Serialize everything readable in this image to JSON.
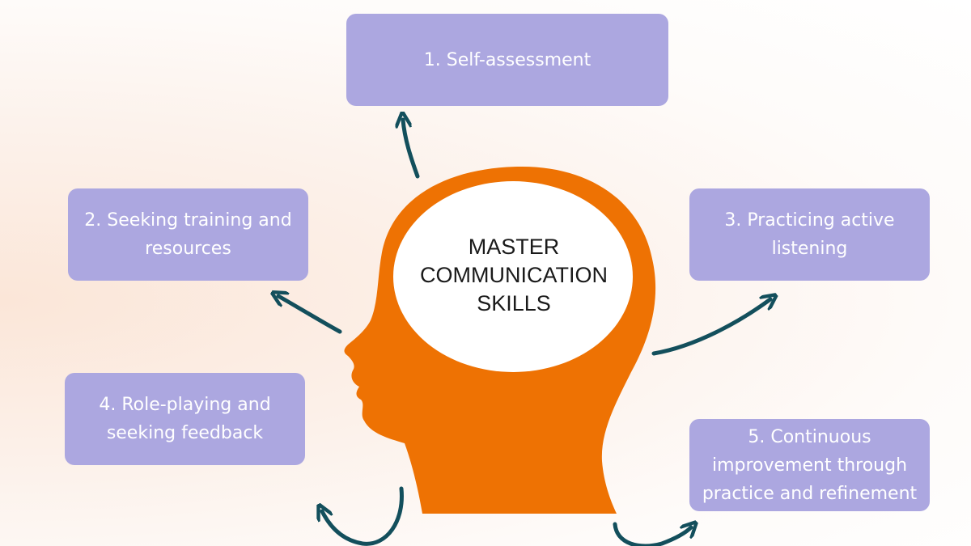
{
  "title": {
    "lines": [
      "MASTER",
      "COMMUNICATION",
      "SKILLS"
    ]
  },
  "steps": [
    {
      "lines": [
        "1. Self-assessment"
      ]
    },
    {
      "lines": [
        "2. Seeking training and",
        "resources"
      ]
    },
    {
      "lines": [
        "3. Practicing active",
        "listening"
      ]
    },
    {
      "lines": [
        "4. Role-playing and",
        "seeking feedback"
      ]
    },
    {
      "lines": [
        "5. Continuous",
        "improvement through",
        "practice and refinement"
      ]
    }
  ],
  "colors": {
    "head": "#ee7203",
    "box": "#aca7e0",
    "box_text": "#ffffff",
    "arrow": "#134f5c",
    "title_text": "#1a1a1a"
  }
}
